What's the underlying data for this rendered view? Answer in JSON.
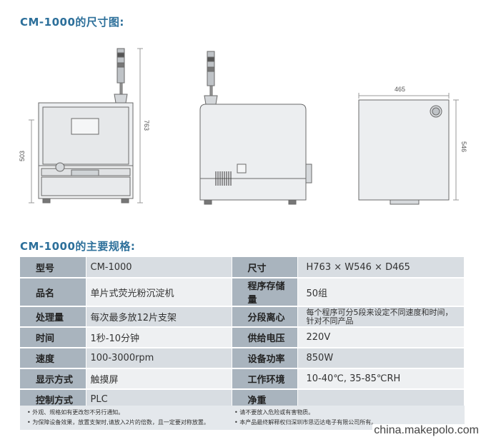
{
  "titles": {
    "dimensions": "CM-1000的尺寸图:",
    "specs": "CM-1000的主要规格:"
  },
  "drawing": {
    "front_height": "503",
    "total_height": "763",
    "depth": "465",
    "width": "546"
  },
  "specs": [
    {
      "label1": "型号",
      "value1": "CM-1000",
      "label2": "尺寸",
      "value2": "H763 × W546 × D465"
    },
    {
      "label1": "品名",
      "value1": "单片式荧光粉沉淀机",
      "label2": "程序存储量",
      "value2": "50组"
    },
    {
      "label1": "处理量",
      "value1": "每次最多放12片支架",
      "label2": "分段离心",
      "value2": "每个程序可分5段来设定不同速度和时间，针对不同产品"
    },
    {
      "label1": "时间",
      "value1": "1秒-10分钟",
      "label2": "供给电压",
      "value2": "220V"
    },
    {
      "label1": "速度",
      "value1": "100-3000rpm",
      "label2": "设备功率",
      "value2": "850W"
    },
    {
      "label1": "显示方式",
      "value1": "触摸屏",
      "label2": "工作环境",
      "value2": "10-40℃, 35-85℃RH"
    },
    {
      "label1": "控制方式",
      "value1": "PLC",
      "label2": "净重",
      "value2": ""
    }
  ],
  "notes": [
    "• 外观、规格如有更改恕不另行通知。",
    "• 为保障设备效果，放置支架时,请放入2片的倍数，且一定要对称放置。",
    "• 请不要放入危险或有害物质。",
    "• 本产品最终解释权归深圳市思迈达电子有限公司所有。"
  ],
  "watermark": "china.makepolo.com"
}
